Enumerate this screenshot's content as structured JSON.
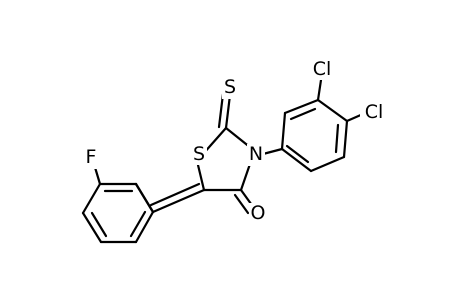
{
  "molecule": {
    "atoms": {
      "cl_top": "Cl",
      "cl_right": "Cl",
      "n": "N",
      "s_ring": "S",
      "s_thione": "S",
      "o": "O",
      "f": "F"
    }
  }
}
